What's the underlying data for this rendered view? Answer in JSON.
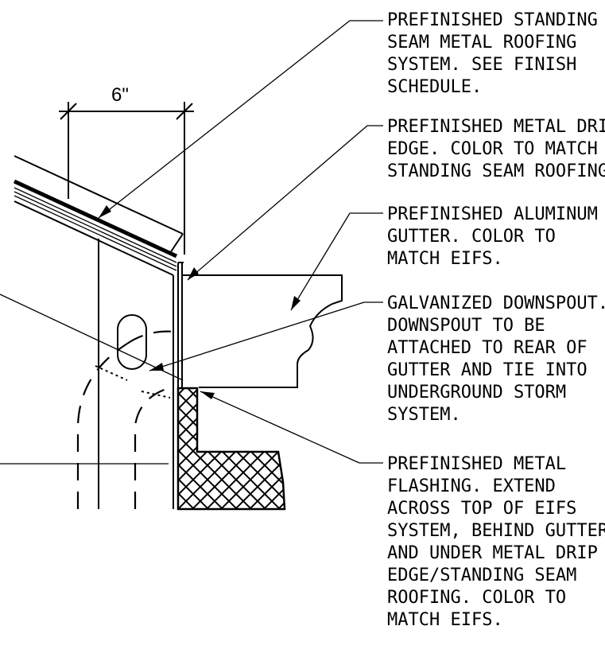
{
  "dimension": {
    "label": "6\""
  },
  "callouts": [
    {
      "id": "roofing",
      "lines": [
        "PREFINISHED STANDING",
        "SEAM METAL ROOFING",
        "SYSTEM.  SEE FINISH",
        "SCHEDULE."
      ]
    },
    {
      "id": "drip-edge",
      "lines": [
        "PREFINISHED METAL DRIP",
        "EDGE.  COLOR TO MATCH",
        "STANDING SEAM ROOFING"
      ]
    },
    {
      "id": "gutter",
      "lines": [
        "PREFINISHED ALUMINUM",
        "GUTTER.  COLOR TO",
        "MATCH EIFS."
      ]
    },
    {
      "id": "downspout",
      "lines": [
        "GALVANIZED DOWNSPOUT.",
        "DOWNSPOUT TO BE",
        "ATTACHED TO REAR OF",
        "GUTTER AND TIE INTO",
        "UNDERGROUND STORM",
        "SYSTEM."
      ]
    },
    {
      "id": "flashing",
      "lines": [
        "PREFINISHED METAL",
        "FLASHING.  EXTEND",
        "ACROSS TOP OF EIFS",
        "SYSTEM, BEHIND GUTTER",
        "AND UNDER METAL DRIP",
        "EDGE/STANDING SEAM",
        "ROOFING.  COLOR TO",
        "MATCH EIFS."
      ]
    }
  ]
}
